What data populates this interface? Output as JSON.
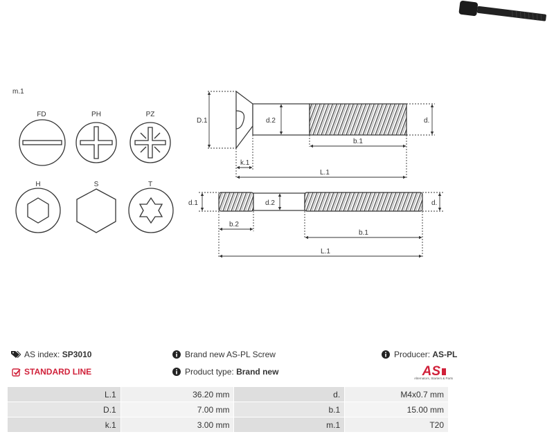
{
  "diagram": {
    "heads_label": "m.1",
    "head_types": [
      {
        "code": "FD",
        "icon": "slot-head-icon"
      },
      {
        "code": "PH",
        "icon": "phillips-head-icon"
      },
      {
        "code": "PZ",
        "icon": "pozidriv-head-icon"
      },
      {
        "code": "H",
        "icon": "hex-socket-head-icon"
      },
      {
        "code": "S",
        "icon": "hex-head-icon"
      },
      {
        "code": "T",
        "icon": "torx-head-icon"
      }
    ],
    "countersunk": {
      "D1": "D.1",
      "d2": "d.2",
      "d": "d.",
      "b1": "b.1",
      "k1": "k.1",
      "L1": "L.1"
    },
    "stud": {
      "d1": "d.1",
      "d2": "d.2",
      "d": "d.",
      "b2": "b.2",
      "b1": "b.1",
      "L1": "L.1"
    }
  },
  "info": {
    "index_label": "AS index:",
    "index_value": "SP3010",
    "standard_line": "STANDARD LINE",
    "description": "Brand new AS-PL Screw",
    "product_type_label": "Product type:",
    "product_type_value": "Brand new",
    "producer_label": "Producer:",
    "producer_value": "AS-PL",
    "logo_text": "AS",
    "logo_tagline": "Alternators, Starters & Parts",
    "brand_color": "#d0213a"
  },
  "specs": [
    {
      "label1": "L.1",
      "value1": "36.20 mm",
      "label2": "d.",
      "value2": "M4x0.7 mm"
    },
    {
      "label1": "D.1",
      "value1": "7.00 mm",
      "label2": "b.1",
      "value2": "15.00 mm"
    },
    {
      "label1": "k.1",
      "value1": "3.00 mm",
      "label2": "m.1",
      "value2": "T20"
    }
  ]
}
